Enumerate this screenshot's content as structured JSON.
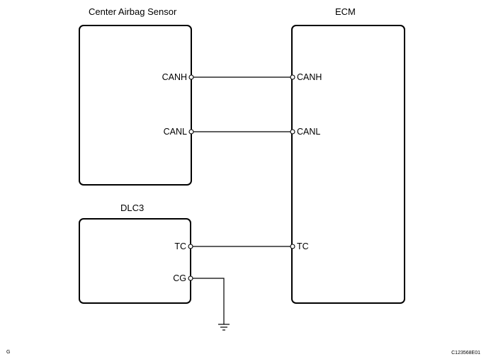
{
  "components": {
    "airbag_sensor": {
      "title": "Center Airbag Sensor",
      "pins": {
        "canh": "CANH",
        "canl": "CANL"
      }
    },
    "ecm": {
      "title": "ECM",
      "pins": {
        "canh": "CANH",
        "canl": "CANL",
        "tc": "TC"
      }
    },
    "dlc3": {
      "title": "DLC3",
      "pins": {
        "tc": "TC",
        "cg": "CG"
      }
    }
  },
  "footer": {
    "page_mark": "G",
    "figure_code": "C123568E01"
  }
}
